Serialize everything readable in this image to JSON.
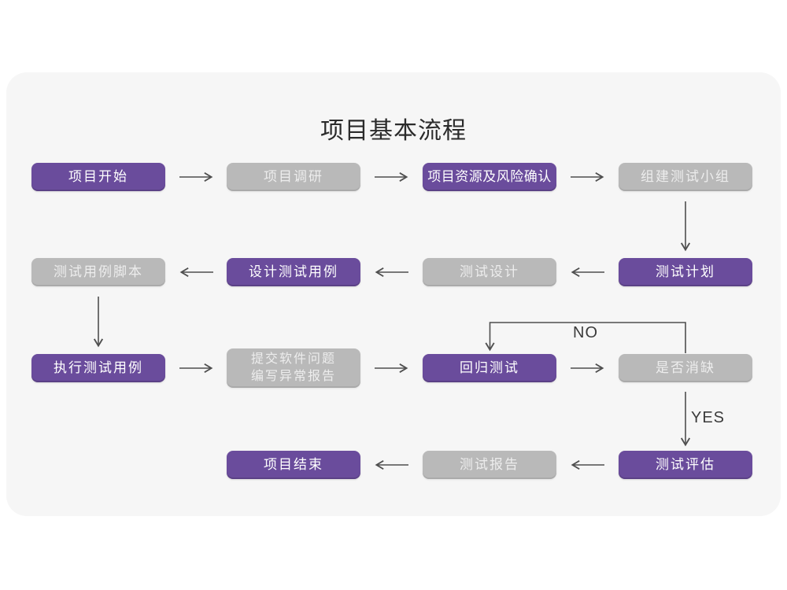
{
  "title": "项目基本流程",
  "colors": {
    "page_bg": "#ffffff",
    "panel_bg": "#f6f6f6",
    "purple": "#6a4c9c",
    "gray": "#b9b9b9",
    "node_text": "#ffffff",
    "gray_node_text": "#ededed",
    "arrow": "#4f4f4f",
    "title_text": "#2b2b2b",
    "label_text": "#3b3b3b"
  },
  "nodes": [
    {
      "id": "project-start",
      "label": "项目开始",
      "variant": "purple"
    },
    {
      "id": "project-research",
      "label": "项目调研",
      "variant": "gray"
    },
    {
      "id": "resource-risk",
      "label": "项目资源及风险确认",
      "variant": "purple"
    },
    {
      "id": "build-test-team",
      "label": "组建测试小组",
      "variant": "gray"
    },
    {
      "id": "test-plan",
      "label": "测试计划",
      "variant": "purple"
    },
    {
      "id": "test-design",
      "label": "测试设计",
      "variant": "gray"
    },
    {
      "id": "design-test-case",
      "label": "设计测试用例",
      "variant": "purple"
    },
    {
      "id": "test-case-script",
      "label": "测试用例脚本",
      "variant": "gray"
    },
    {
      "id": "execute-test-case",
      "label": "执行测试用例",
      "variant": "purple"
    },
    {
      "id": "submit-issue-report",
      "label": "提交软件问题\n编写异常报告",
      "variant": "gray"
    },
    {
      "id": "regression-test",
      "label": "回归测试",
      "variant": "purple"
    },
    {
      "id": "defect-cleared",
      "label": "是否消缺",
      "variant": "gray"
    },
    {
      "id": "test-evaluate",
      "label": "测试评估",
      "variant": "purple"
    },
    {
      "id": "test-report",
      "label": "测试报告",
      "variant": "gray"
    },
    {
      "id": "project-end",
      "label": "项目结束",
      "variant": "purple"
    }
  ],
  "edges": [
    {
      "from": "project-start",
      "to": "project-research"
    },
    {
      "from": "project-research",
      "to": "resource-risk"
    },
    {
      "from": "resource-risk",
      "to": "build-test-team"
    },
    {
      "from": "build-test-team",
      "to": "test-plan"
    },
    {
      "from": "test-plan",
      "to": "test-design"
    },
    {
      "from": "test-design",
      "to": "design-test-case"
    },
    {
      "from": "design-test-case",
      "to": "test-case-script"
    },
    {
      "from": "test-case-script",
      "to": "execute-test-case"
    },
    {
      "from": "execute-test-case",
      "to": "submit-issue-report"
    },
    {
      "from": "submit-issue-report",
      "to": "regression-test"
    },
    {
      "from": "regression-test",
      "to": "defect-cleared"
    },
    {
      "from": "defect-cleared",
      "to": "regression-test",
      "label": "NO"
    },
    {
      "from": "defect-cleared",
      "to": "test-evaluate",
      "label": "YES"
    },
    {
      "from": "test-evaluate",
      "to": "test-report"
    },
    {
      "from": "test-report",
      "to": "project-end"
    }
  ],
  "edge_labels": {
    "no": "NO",
    "yes": "YES"
  }
}
